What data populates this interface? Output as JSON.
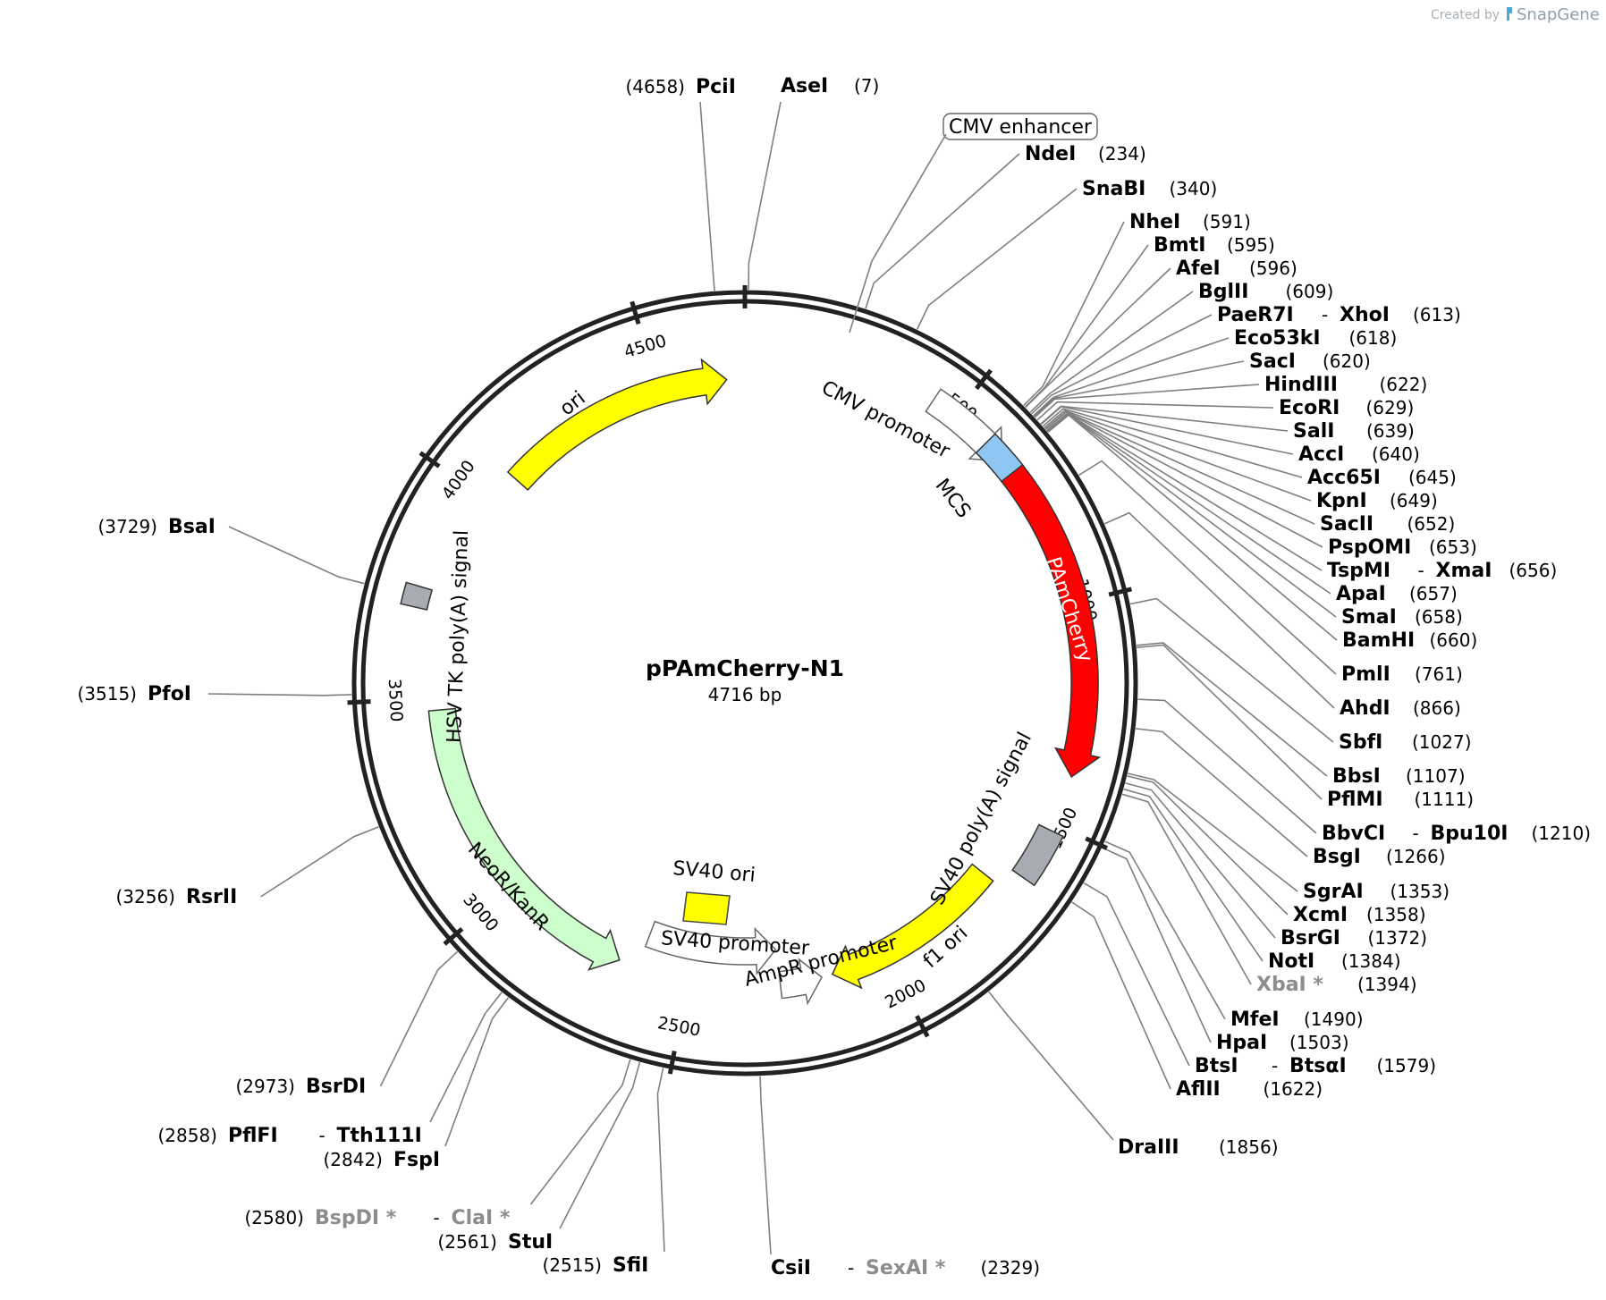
{
  "plasmid": {
    "name": "pPAmCherry-N1",
    "size_label": "4716 bp",
    "length": 4716
  },
  "credit": {
    "created_by": "Created by",
    "brand": "SnapGene"
  },
  "ticks": [
    "500",
    "1000",
    "1500",
    "2000",
    "2500",
    "3000",
    "3500",
    "4000",
    "4500"
  ],
  "features": [
    {
      "name": "CMV enhancer",
      "start": 61,
      "end": 440,
      "type": "enhancer",
      "color": "#ffffff"
    },
    {
      "name": "CMV promoter",
      "start": 441,
      "end": 645,
      "type": "promoter",
      "color": "#ffffff"
    },
    {
      "name": "MCS",
      "start": 591,
      "end": 680,
      "type": "misc",
      "color": "#8fc6f2"
    },
    {
      "name": "PAmCherry",
      "start": 679,
      "end": 1389,
      "type": "cds",
      "color": "#ff0000"
    },
    {
      "name": "SV40 poly(A) signal",
      "start": 1516,
      "end": 1637,
      "type": "terminator",
      "color": "#a8acb2"
    },
    {
      "name": "f1 ori",
      "start": 1684,
      "end": 2139,
      "type": "origin",
      "color": "#ffff00"
    },
    {
      "name": "AmpR promoter",
      "start": 2166,
      "end": 2270,
      "type": "promoter",
      "color": "#ffffff"
    },
    {
      "name": "SV40 promoter",
      "start": 2272,
      "end": 2629,
      "type": "promoter",
      "color": "#ffffff"
    },
    {
      "name": "SV40 ori",
      "start": 2480,
      "end": 2615,
      "type": "origin",
      "color": "#ffff00"
    },
    {
      "name": "NeoR/KanR",
      "start": 2677,
      "end": 3471,
      "type": "cds",
      "color": "#ccffcc"
    },
    {
      "name": "HSV TK poly(A) signal",
      "start": 3707,
      "end": 3754,
      "type": "terminator",
      "color": "#a8acb2"
    },
    {
      "name": "ori",
      "start": 4083,
      "end": 4671,
      "type": "origin",
      "color": "#ffff00"
    }
  ],
  "sites": [
    {
      "names": [
        "PciI"
      ],
      "pos": "(4658)"
    },
    {
      "names": [
        "AseI"
      ],
      "pos": "(7)"
    },
    {
      "names": [
        "NdeI"
      ],
      "pos": "(234)"
    },
    {
      "names": [
        "SnaBI"
      ],
      "pos": "(340)"
    },
    {
      "names": [
        "NheI"
      ],
      "pos": "(591)"
    },
    {
      "names": [
        "BmtI"
      ],
      "pos": "(595)"
    },
    {
      "names": [
        "AfeI"
      ],
      "pos": "(596)"
    },
    {
      "names": [
        "BglII"
      ],
      "pos": "(609)"
    },
    {
      "names": [
        "PaeR7I",
        "XhoI"
      ],
      "pos": "(613)"
    },
    {
      "names": [
        "Eco53kI"
      ],
      "pos": "(618)"
    },
    {
      "names": [
        "SacI"
      ],
      "pos": "(620)"
    },
    {
      "names": [
        "HindIII"
      ],
      "pos": "(622)"
    },
    {
      "names": [
        "EcoRI"
      ],
      "pos": "(629)"
    },
    {
      "names": [
        "SalI"
      ],
      "pos": "(639)"
    },
    {
      "names": [
        "AccI"
      ],
      "pos": "(640)"
    },
    {
      "names": [
        "Acc65I"
      ],
      "pos": "(645)"
    },
    {
      "names": [
        "KpnI"
      ],
      "pos": "(649)"
    },
    {
      "names": [
        "SacII"
      ],
      "pos": "(652)"
    },
    {
      "names": [
        "PspOMI"
      ],
      "pos": "(653)"
    },
    {
      "names": [
        "TspMI",
        "XmaI"
      ],
      "pos": "(656)"
    },
    {
      "names": [
        "ApaI"
      ],
      "pos": "(657)"
    },
    {
      "names": [
        "SmaI"
      ],
      "pos": "(658)"
    },
    {
      "names": [
        "BamHI"
      ],
      "pos": "(660)"
    },
    {
      "names": [
        "PmlI"
      ],
      "pos": "(761)"
    },
    {
      "names": [
        "AhdI"
      ],
      "pos": "(866)"
    },
    {
      "names": [
        "SbfI"
      ],
      "pos": "(1027)"
    },
    {
      "names": [
        "BbsI"
      ],
      "pos": "(1107)"
    },
    {
      "names": [
        "PflMI"
      ],
      "pos": "(1111)"
    },
    {
      "names": [
        "BbvCI",
        "Bpu10I"
      ],
      "pos": "(1210)"
    },
    {
      "names": [
        "BsgI"
      ],
      "pos": "(1266)"
    },
    {
      "names": [
        "SgrAI"
      ],
      "pos": "(1353)"
    },
    {
      "names": [
        "XcmI"
      ],
      "pos": "(1358)"
    },
    {
      "names": [
        "BsrGI"
      ],
      "pos": "(1372)"
    },
    {
      "names": [
        "NotI"
      ],
      "pos": "(1384)"
    },
    {
      "names": [
        "XbaI *"
      ],
      "pos": "(1394)",
      "gray": [
        true
      ]
    },
    {
      "names": [
        "MfeI"
      ],
      "pos": "(1490)"
    },
    {
      "names": [
        "HpaI"
      ],
      "pos": "(1503)"
    },
    {
      "names": [
        "BtsI",
        "BtsαI"
      ],
      "pos": "(1579)"
    },
    {
      "names": [
        "AflII"
      ],
      "pos": "(1622)"
    },
    {
      "names": [
        "DraIII"
      ],
      "pos": "(1856)"
    },
    {
      "names": [
        "CsiI",
        "SexAI *"
      ],
      "pos": "(2329)",
      "gray": [
        false,
        true
      ]
    },
    {
      "names": [
        "SfiI"
      ],
      "pos": "(2515)"
    },
    {
      "names": [
        "StuI"
      ],
      "pos": "(2561)"
    },
    {
      "names": [
        "BspDI *",
        "ClaI *"
      ],
      "pos": "(2580)",
      "gray": [
        true,
        true
      ]
    },
    {
      "names": [
        "FspI"
      ],
      "pos": "(2842)"
    },
    {
      "names": [
        "PflFI",
        "Tth111I"
      ],
      "pos": "(2858)"
    },
    {
      "names": [
        "BsrDI"
      ],
      "pos": "(2973)"
    },
    {
      "names": [
        "RsrII"
      ],
      "pos": "(3256)"
    },
    {
      "names": [
        "PfoI"
      ],
      "pos": "(3515)"
    },
    {
      "names": [
        "BsaI"
      ],
      "pos": "(3729)"
    }
  ]
}
